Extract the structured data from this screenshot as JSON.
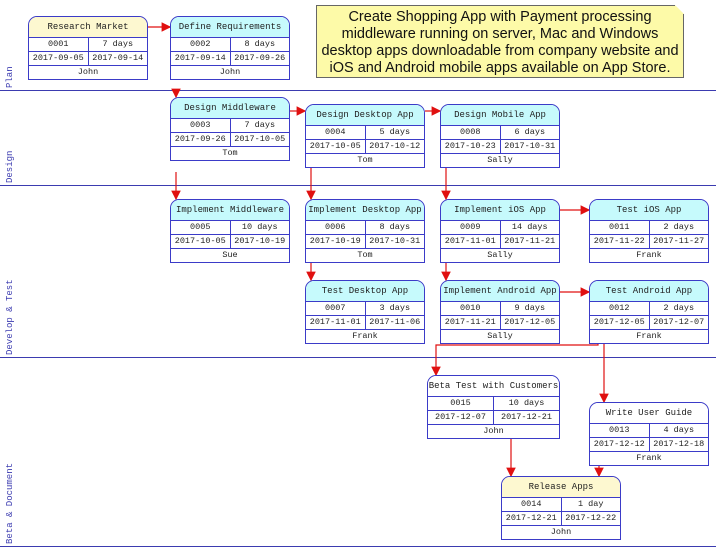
{
  "note": "Create Shopping App with Payment processing middleware running on server, Mac and Windows desktop apps downloadable from company website and iOS and Android mobile apps available on App Store.",
  "lanes": [
    "Plan",
    "Design",
    "Develop & Test",
    "Beta & Document"
  ],
  "colors": {
    "lane": "#3b3bb0",
    "arrow": "#e01010",
    "yellow": "#fdf8d0",
    "cyan": "#c6fafc"
  },
  "tasks": [
    {
      "title": "Research Market",
      "id": "0001",
      "duration": "7 days",
      "start": "2017-09-05",
      "end": "2017-09-14",
      "owner": "John"
    },
    {
      "title": "Define Requirements",
      "id": "0002",
      "duration": "8 days",
      "start": "2017-09-14",
      "end": "2017-09-26",
      "owner": "John"
    },
    {
      "title": "Design Middleware",
      "id": "0003",
      "duration": "7 days",
      "start": "2017-09-26",
      "end": "2017-10-05",
      "owner": "Tom"
    },
    {
      "title": "Design Desktop App",
      "id": "0004",
      "duration": "5 days",
      "start": "2017-10-05",
      "end": "2017-10-12",
      "owner": "Tom"
    },
    {
      "title": "Design Mobile App",
      "id": "0008",
      "duration": "6 days",
      "start": "2017-10-23",
      "end": "2017-10-31",
      "owner": "Sally"
    },
    {
      "title": "Implement Middleware",
      "id": "0005",
      "duration": "10 days",
      "start": "2017-10-05",
      "end": "2017-10-19",
      "owner": "Sue"
    },
    {
      "title": "Implement Desktop App",
      "id": "0006",
      "duration": "8 days",
      "start": "2017-10-19",
      "end": "2017-10-31",
      "owner": "Tom"
    },
    {
      "title": "Implement iOS App",
      "id": "0009",
      "duration": "14 days",
      "start": "2017-11-01",
      "end": "2017-11-21",
      "owner": "Sally"
    },
    {
      "title": "Test iOS App",
      "id": "0011",
      "duration": "2 days",
      "start": "2017-11-22",
      "end": "2017-11-27",
      "owner": "Frank"
    },
    {
      "title": "Test Desktop App",
      "id": "0007",
      "duration": "3 days",
      "start": "2017-11-01",
      "end": "2017-11-06",
      "owner": "Frank"
    },
    {
      "title": "Implement Android App",
      "id": "0010",
      "duration": "9 days",
      "start": "2017-11-21",
      "end": "2017-12-05",
      "owner": "Sally"
    },
    {
      "title": "Test Android App",
      "id": "0012",
      "duration": "2 days",
      "start": "2017-12-05",
      "end": "2017-12-07",
      "owner": "Frank"
    },
    {
      "title": "Beta Test with Customers",
      "id": "0015",
      "duration": "10 days",
      "start": "2017-12-07",
      "end": "2017-12-21",
      "owner": "John"
    },
    {
      "title": "Write User Guide",
      "id": "0013",
      "duration": "4 days",
      "start": "2017-12-12",
      "end": "2017-12-18",
      "owner": "Frank"
    },
    {
      "title": "Release Apps",
      "id": "0014",
      "duration": "1 day",
      "start": "2017-12-21",
      "end": "2017-12-22",
      "owner": "John"
    }
  ]
}
